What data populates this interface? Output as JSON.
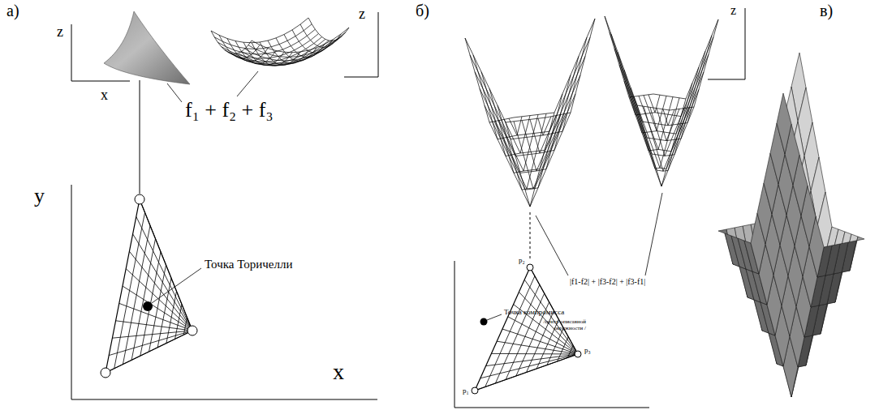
{
  "diagram": {
    "labels": [
      "а)",
      "z",
      "x",
      "z",
      "f₁ + f₂ + f₃",
      "y",
      "Точка Торичелли",
      "x",
      "б)",
      "z",
      "|f1-f2| + |f3-f2| + |f3-f1|",
      "p₂",
      "Точка компромисса",
      "/центр описавной окружности /",
      "p₁",
      "p₃",
      "в)"
    ]
  }
}
